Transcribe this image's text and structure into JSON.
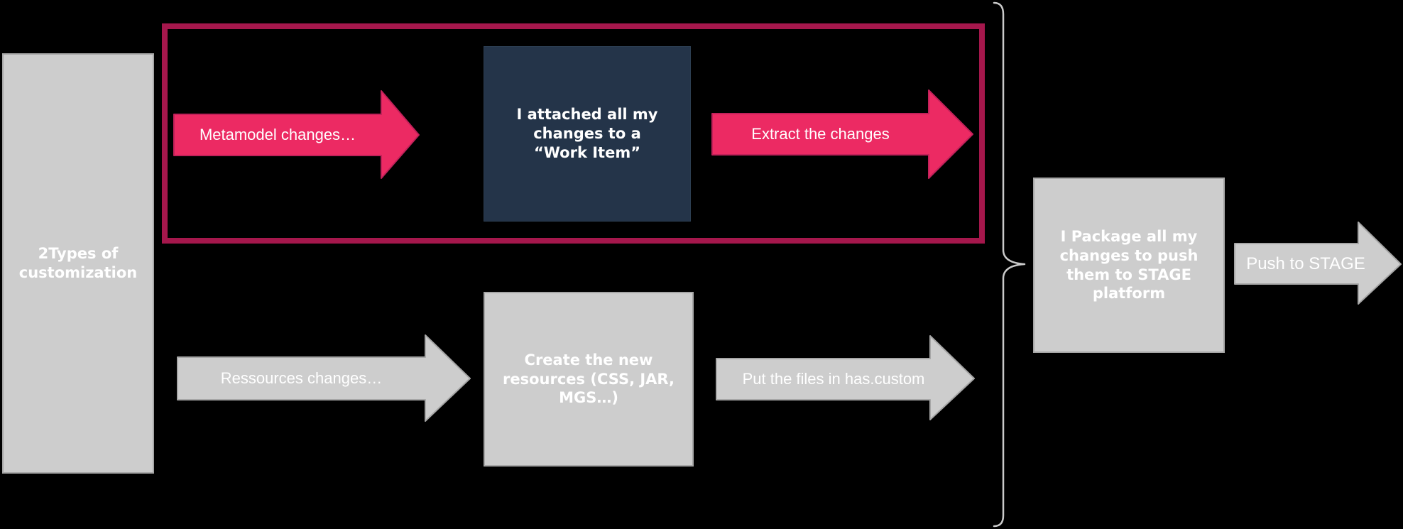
{
  "colors": {
    "background": "#000000",
    "gray_fill": "#CDCDCD",
    "gray_border": "#A6A6A6",
    "navy_fill": "#243449",
    "pink_arrow_fill": "#EC2A63",
    "pink_frame_border": "#A5174C",
    "brace_stroke": "#C9C9C9",
    "text": "#FFFFFF"
  },
  "diagram": {
    "left_box": {
      "text": "2Types of\ncustomization"
    },
    "metamodel_flow": {
      "arrow_label": "Metamodel changes…",
      "box_text": "I attached all my\nchanges to a\n“Work Item”",
      "extract_label": "Extract the changes"
    },
    "resources_flow": {
      "arrow_label": "Ressources changes…",
      "box_text": "Create the new\nresources (CSS, JAR,\nMGS…)",
      "put_label": "Put the files in has.custom"
    },
    "package": {
      "box_text": "I Package all my\nchanges to push\nthem to STAGE\nplatform",
      "push_label": "Push to STAGE"
    }
  }
}
